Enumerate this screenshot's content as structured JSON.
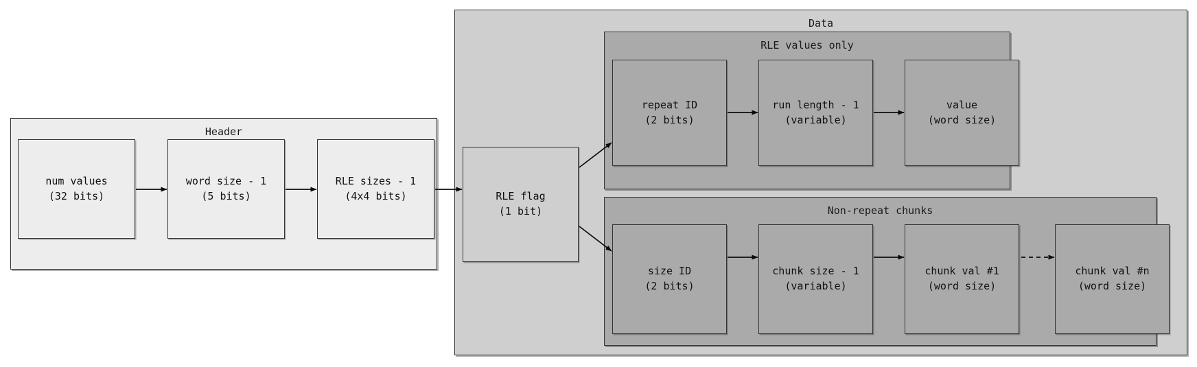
{
  "diagram": {
    "type": "block-diagram",
    "title": "",
    "clusters": [
      {
        "id": "header",
        "label": "Header"
      },
      {
        "id": "data",
        "label": "Data"
      },
      {
        "id": "rle_values_only",
        "label": "RLE values only"
      },
      {
        "id": "non_repeat_chunks",
        "label": "Non-repeat chunks"
      }
    ],
    "colors": {
      "page_background": "#ffffff",
      "header_fill": "#ededed",
      "data_fill": "#cfcfcf",
      "subsection_fill": "#aaaaaa",
      "border": "#333333",
      "arrow": "#0b0b0b",
      "text": "#111111"
    }
  },
  "header": {
    "label": "Header",
    "nodes": [
      {
        "id": "num_values",
        "line1": "num values",
        "line2": "(32 bits)"
      },
      {
        "id": "word_size",
        "line1": "word size - 1",
        "line2": "(5 bits)"
      },
      {
        "id": "rle_sizes",
        "line1": "RLE sizes - 1",
        "line2": "(4x4 bits)"
      }
    ]
  },
  "data": {
    "label": "Data",
    "flag": {
      "id": "rle_flag",
      "line1": "RLE flag",
      "line2": "(1 bit)"
    },
    "rle_values_only": {
      "label": "RLE values only",
      "nodes": [
        {
          "id": "repeat_id",
          "line1": "repeat ID",
          "line2": "(2 bits)"
        },
        {
          "id": "run_length",
          "line1": "run length - 1",
          "line2": "(variable)"
        },
        {
          "id": "value",
          "line1": "value",
          "line2": "(word size)"
        }
      ]
    },
    "non_repeat_chunks": {
      "label": "Non-repeat chunks",
      "nodes": [
        {
          "id": "size_id",
          "line1": "size ID",
          "line2": "(2 bits)"
        },
        {
          "id": "chunk_size",
          "line1": "chunk size - 1",
          "line2": "(variable)"
        },
        {
          "id": "chunk_val_1",
          "line1": "chunk val #1",
          "line2": "(word size)"
        },
        {
          "id": "chunk_val_n",
          "line1": "chunk val #n",
          "line2": "(word size)"
        }
      ]
    }
  },
  "edges": [
    {
      "from": "num_values",
      "to": "word_size",
      "style": "solid"
    },
    {
      "from": "word_size",
      "to": "rle_sizes",
      "style": "solid"
    },
    {
      "from": "rle_sizes",
      "to": "rle_flag",
      "style": "solid"
    },
    {
      "from": "rle_flag",
      "to": "repeat_id",
      "style": "solid"
    },
    {
      "from": "rle_flag",
      "to": "size_id",
      "style": "solid"
    },
    {
      "from": "repeat_id",
      "to": "run_length",
      "style": "solid"
    },
    {
      "from": "run_length",
      "to": "value",
      "style": "solid"
    },
    {
      "from": "size_id",
      "to": "chunk_size",
      "style": "solid"
    },
    {
      "from": "chunk_size",
      "to": "chunk_val_1",
      "style": "solid"
    },
    {
      "from": "chunk_val_1",
      "to": "chunk_val_n",
      "style": "dashed"
    }
  ]
}
